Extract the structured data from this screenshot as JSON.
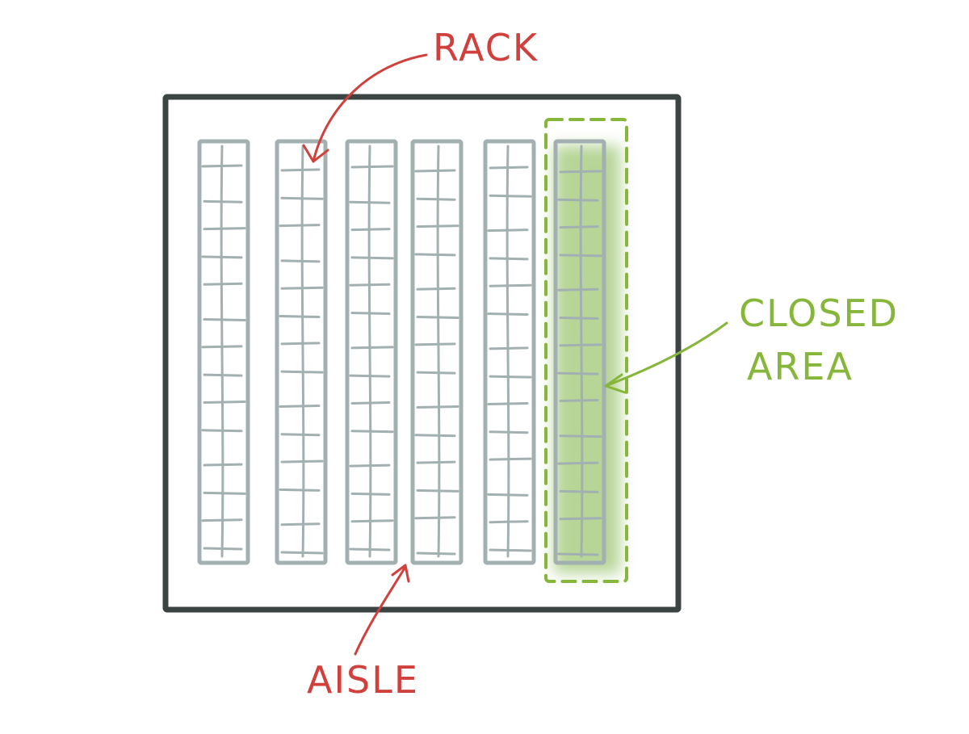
{
  "labels": {
    "rack": "RACK",
    "aisle": "AISLE",
    "closed_area_line1": "CLOSED",
    "closed_area_line2": "AREA"
  },
  "colors": {
    "background": "#ffffff",
    "frame": "#3c4343",
    "rack": "#a3b0b2",
    "annotation_red": "#d0403c",
    "closed_green": "#86b63a",
    "closed_fill": "#7cb342"
  },
  "racks": [
    {
      "shelves": 14
    },
    {
      "shelves": 14
    },
    {
      "shelves": 14
    },
    {
      "shelves": 14
    },
    {
      "shelves": 14
    },
    {
      "shelves": 14,
      "closed": true
    }
  ]
}
